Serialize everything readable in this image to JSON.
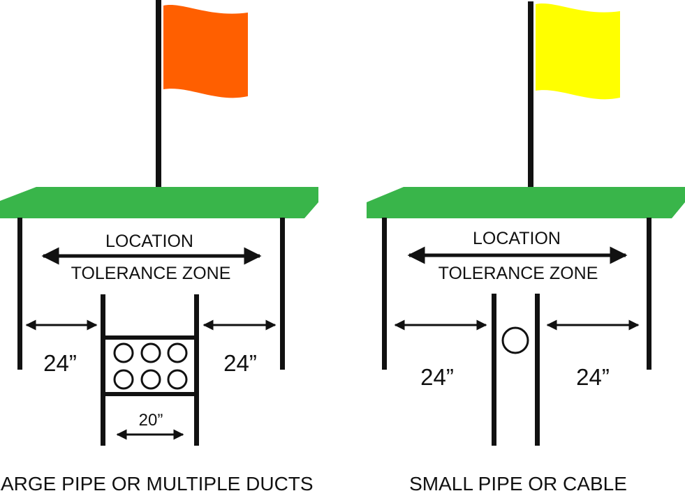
{
  "colors": {
    "ground": "#39b54a",
    "line": "#111111",
    "background": "#ffffff",
    "flag_large": "#ff5f00",
    "flag_small": "#ffff00"
  },
  "panels": {
    "large": {
      "flag_color": "#ff5f00",
      "zone_line1": "LOCATION",
      "zone_line2": "TOLERANCE ZONE",
      "left_clearance": "24”",
      "right_clearance": "24”",
      "width_label": "20”",
      "duct_rows": 2,
      "duct_cols": 3,
      "caption": "LARGE PIPE OR MULTIPLE DUCTS"
    },
    "small": {
      "flag_color": "#ffff00",
      "zone_line1": "LOCATION",
      "zone_line2": "TOLERANCE ZONE",
      "left_clearance": "24”",
      "right_clearance": "24”",
      "caption": "SMALL PIPE OR CABLE"
    }
  }
}
